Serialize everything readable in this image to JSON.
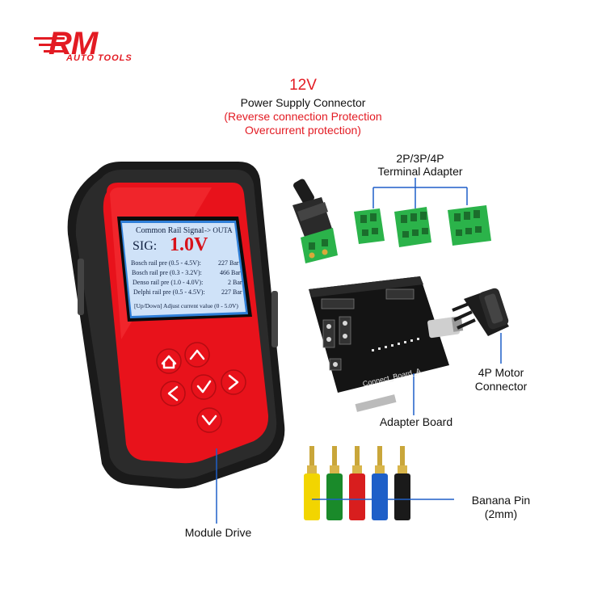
{
  "brand": {
    "letters": "RM",
    "tagline": "AUTO TOOLS",
    "color": "#e31b23"
  },
  "power": {
    "voltage": "12V",
    "title": "Power Supply Connector",
    "protection1": "(Reverse connection Protection",
    "protection2": "Overcurrent protection)"
  },
  "terminal": {
    "line1": "2P/3P/4P",
    "line2": "Terminal Adapter"
  },
  "motor": {
    "line1": "4P Motor",
    "line2": "Connector"
  },
  "adapter": {
    "label": "Adapter Board",
    "silk": "Connect_Board_A"
  },
  "banana": {
    "line1": "Banana Pin",
    "line2": "(2mm)",
    "pin_colors": [
      "#f2d500",
      "#1a8a2a",
      "#d81e1e",
      "#1e5fc8",
      "#1a1a1a"
    ]
  },
  "module": {
    "label": "Module Drive"
  },
  "screen": {
    "header_left": "Common Rail Signal",
    "header_right": "-> OUTA",
    "sig_label": "SIG:",
    "sig_value": "1.0V",
    "rows": [
      {
        "name": "Bosch rail pre (0.5 - 4.5V):",
        "value": "227 Bar"
      },
      {
        "name": "Bosch rail pre (0.3 - 3.2V):",
        "value": "466 Bar"
      },
      {
        "name": "Denso rail pre (1.0 - 4.0V):",
        "value": "2 Bar"
      },
      {
        "name": "Delphi rail pre (0.5 - 4.5V):",
        "value": "227 Bar"
      }
    ],
    "footer": "[Up/Down] Adjust current value (0 - 5.0V)"
  },
  "device_keys": [
    "home-key-icon",
    "up-key-icon",
    "left-key-icon",
    "ok-key-icon",
    "right-key-icon",
    "down-key-icon"
  ]
}
